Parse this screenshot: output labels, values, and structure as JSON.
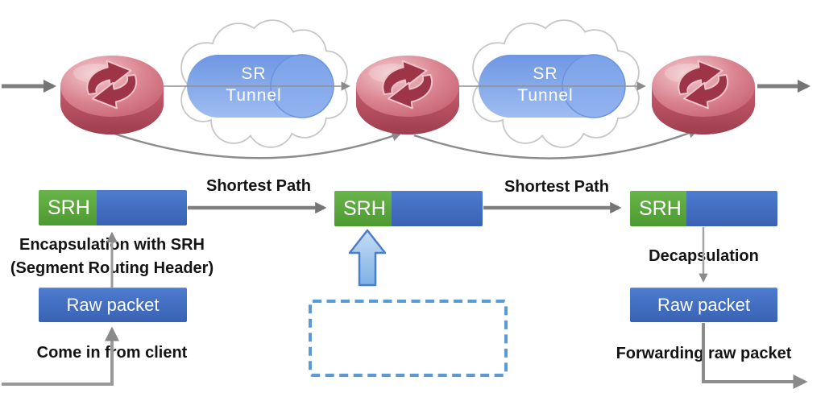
{
  "diagram": {
    "tunnel1": {
      "line1": "SR",
      "line2": "Tunnel"
    },
    "tunnel2": {
      "line1": "SR",
      "line2": "Tunnel"
    },
    "shortest_path_left": "Shortest Path",
    "shortest_path_right": "Shortest Path",
    "bars": [
      {
        "srh": "SRH"
      },
      {
        "srh": "SRH"
      },
      {
        "srh": "SRH"
      }
    ],
    "encapsulation": {
      "line1": "Encapsulation with SRH",
      "line2": "(Segment Routing Header)"
    },
    "come_in_from_client": "Come in from client",
    "raw_packet_left": "Raw packet",
    "raw_packet_right": "Raw packet",
    "decapsulation": "Decapsulation",
    "forwarding_raw_packet": "Forwarding raw packet"
  },
  "colors": {
    "srh_green": "#5CA93C",
    "packet_blue": "#4472C4",
    "tunnel_blue": "#7FA4E8",
    "router_red": "#C9606F",
    "arrow_gray": "#7F7F7F",
    "dashed_box_blue": "#5B9BD5"
  }
}
